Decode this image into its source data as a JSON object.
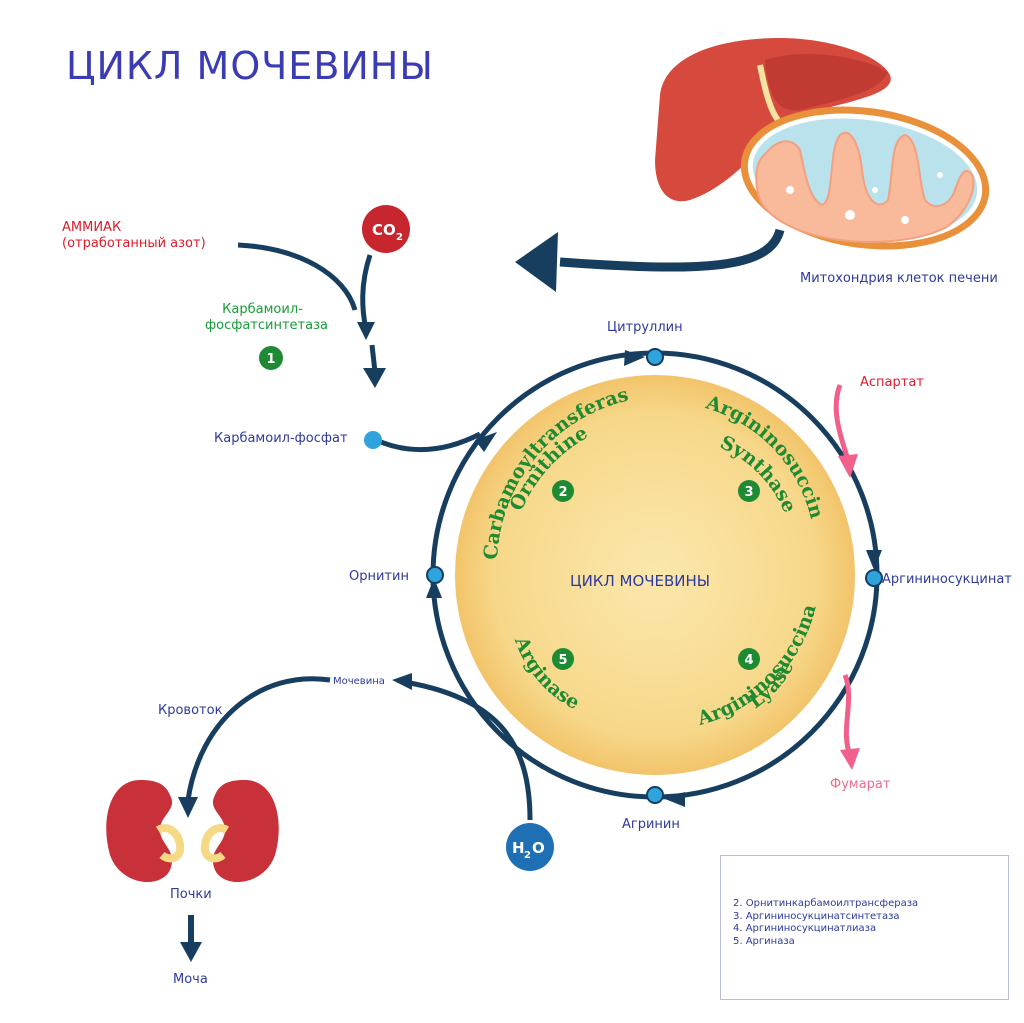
{
  "title": "ЦИКЛ МОЧЕВИНЫ",
  "colors": {
    "cycle_arrow": "#173e5f",
    "circle_fill": "#f7d88a",
    "node_blue": "#2ea3dc",
    "enzyme_green": "#1e8a33",
    "red_label": "#e01b2a",
    "pink_arrow": "#f0608a"
  },
  "inputs": {
    "ammonia_line1": "АММИАК",
    "ammonia_line2": "(отработанный азот)",
    "co2_symbol": "CO",
    "co2_sub": "2",
    "enzyme1_line1": "Карбамоил-",
    "enzyme1_line2": "фосфатсинтетаза",
    "enzyme1_number": "1",
    "carbamoyl_phosphate": "Карбамоил-фосфат"
  },
  "mitochondria_caption": "Митохондрия клеток печени",
  "cycle": {
    "center_label": "ЦИКЛ МОЧЕВИНЫ",
    "metabolites": {
      "citrulline": "Цитруллин",
      "argininosuccinate": "Аргининосукцинат",
      "arginine": "Агринин",
      "ornithine": "Орнитин",
      "aspartate": "Аспартат",
      "fumarate": "Фумарат",
      "urea": "Мочевина",
      "water": "H",
      "water_sub": "2",
      "water_o": "O"
    },
    "enzymes": [
      {
        "number": "2",
        "line1": "Ornithine",
        "line2": "Carbamoyltransferase"
      },
      {
        "number": "3",
        "line1": "Argininosuccinate",
        "line2": "Synthase"
      },
      {
        "number": "4",
        "line1": "Argininosuccinate",
        "line2": "Lyase"
      },
      {
        "number": "5",
        "line1": "Arginase",
        "line2": ""
      }
    ]
  },
  "excretion": {
    "bloodstream": "Кровоток",
    "kidneys": "Почки",
    "urine": "Моча"
  },
  "legend": [
    "2. Орнитинкарбамоилтрансфераза",
    "3. Аргининосукцинатсинтетаза",
    "4. Аргининосукцинатлиаза",
    "5. Аргиназа"
  ]
}
